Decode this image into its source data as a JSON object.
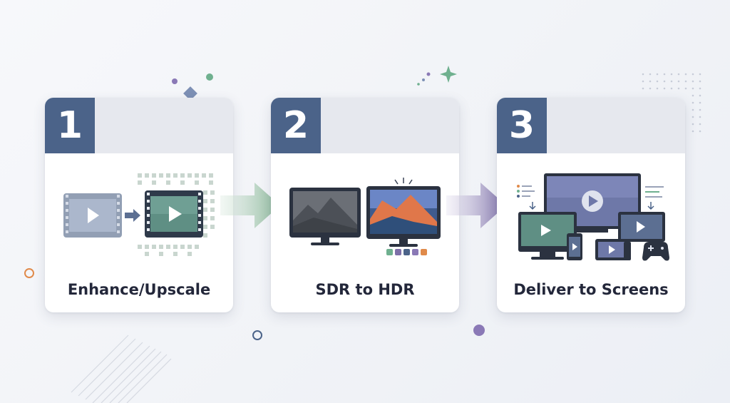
{
  "steps": [
    {
      "number": "1",
      "label": "Enhance/Upscale"
    },
    {
      "number": "2",
      "label": "SDR to HDR"
    },
    {
      "number": "3",
      "label": "Deliver to Screens"
    }
  ],
  "colors": {
    "header_badge": "#4b6389",
    "header_bg": "#e6e8ee",
    "arrow_green": "#8cb89a",
    "arrow_purple": "#7d6fa8",
    "accent_teal": "#5fa88a",
    "accent_purple": "#7d6fa8",
    "accent_orange": "#e08a4a"
  },
  "icons": [
    "film-strip-icon",
    "pixel-grid-icon",
    "monitor-icon",
    "sparkle-icon",
    "tv-icon",
    "laptop-icon",
    "tablet-icon",
    "phone-icon",
    "gamepad-icon"
  ]
}
